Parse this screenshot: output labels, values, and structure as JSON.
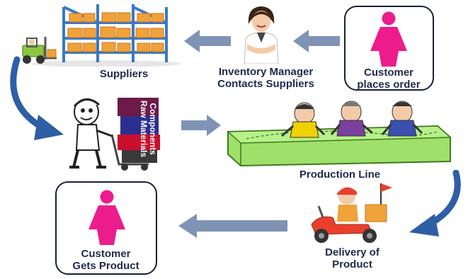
{
  "steps": {
    "suppliers": "Suppliers",
    "inventory_manager_line1": "Inventory Manager",
    "inventory_manager_line2": "Contacts Suppliers",
    "customer_order_line1": "Customer",
    "customer_order_line2": "places order",
    "components_line1": "Components",
    "components_line2": "Raw Materials",
    "components_amp": "&",
    "production_line": "Production Line",
    "delivery_line1": "Delivery of",
    "delivery_line2": "Product",
    "customer_gets_line1": "Customer",
    "customer_gets_line2": "Gets Product"
  },
  "colors": {
    "customer_icon": "#ec1c8c",
    "arrow": "#7f93b5",
    "curved_arrow": "#2e5ea6",
    "box_border": "#1a1f3a",
    "label_text": "#1e2a4a",
    "shelf_frame": "#3a78c4",
    "crate": "#f0a23a",
    "conveyor": "#9ee06a",
    "scooter": "#e8402c"
  },
  "icons": {
    "forklift": "forklift-icon",
    "warehouse": "warehouse-shelf-icon",
    "manager": "manager-woman-icon",
    "customer": "customer-woman-icon",
    "worker": "worker-with-cart-icon",
    "workers": "assembly-workers-icon",
    "scooter": "delivery-scooter-icon"
  }
}
